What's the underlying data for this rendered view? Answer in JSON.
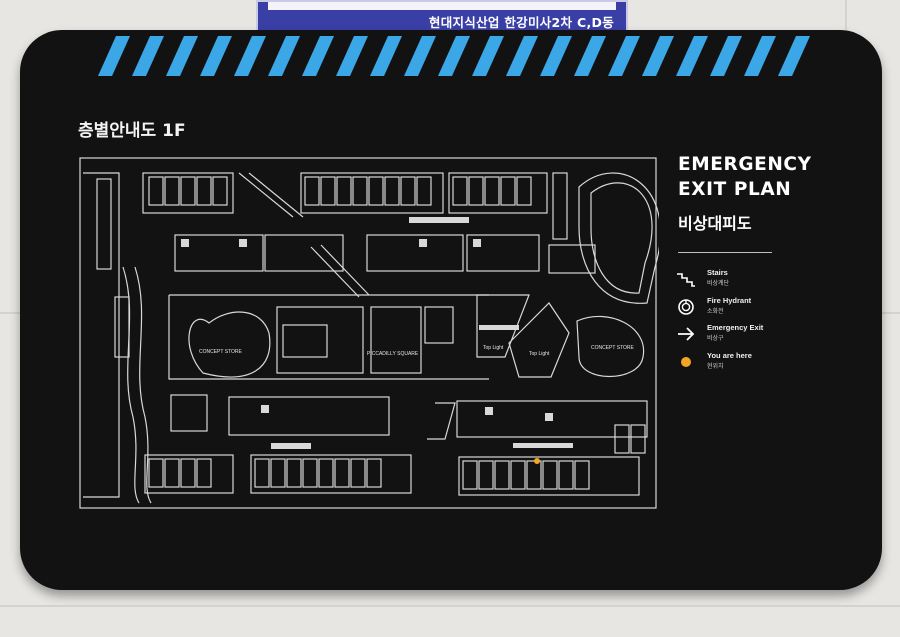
{
  "top_sign": {
    "text": "현대지식산업 한강미사2차 C,D동"
  },
  "board": {
    "title": "층별안내도 1F",
    "legend": {
      "title_line1": "EMERGENCY",
      "title_line2": "EXIT PLAN",
      "title_ko": "비상대피도",
      "items": [
        {
          "icon": "stairs-icon",
          "label": "Stairs",
          "label_ko": "비상계단"
        },
        {
          "icon": "fire-hydrant-icon",
          "label": "Fire Hydrant",
          "label_ko": "소화전"
        },
        {
          "icon": "arrow-right-icon",
          "label": "Emergency Exit",
          "label_ko": "비상구"
        },
        {
          "icon": "you-are-here-icon",
          "label": "You are here",
          "label_ko": "현위치"
        }
      ]
    },
    "floor_plan": {
      "labels": {
        "concept_store_left": "CONCEPT STORE",
        "concept_store_right": "CONCEPT STORE",
        "piccadilly_square": "PICCADILLY SQUARE",
        "top_light_1": "Top Light",
        "top_light_2": "Top Light"
      }
    },
    "colors": {
      "panel": "#121212",
      "stripe_blue": "#3ba7e6",
      "you_are_here": "#f5a623",
      "linework": "#d8d8d8"
    }
  }
}
